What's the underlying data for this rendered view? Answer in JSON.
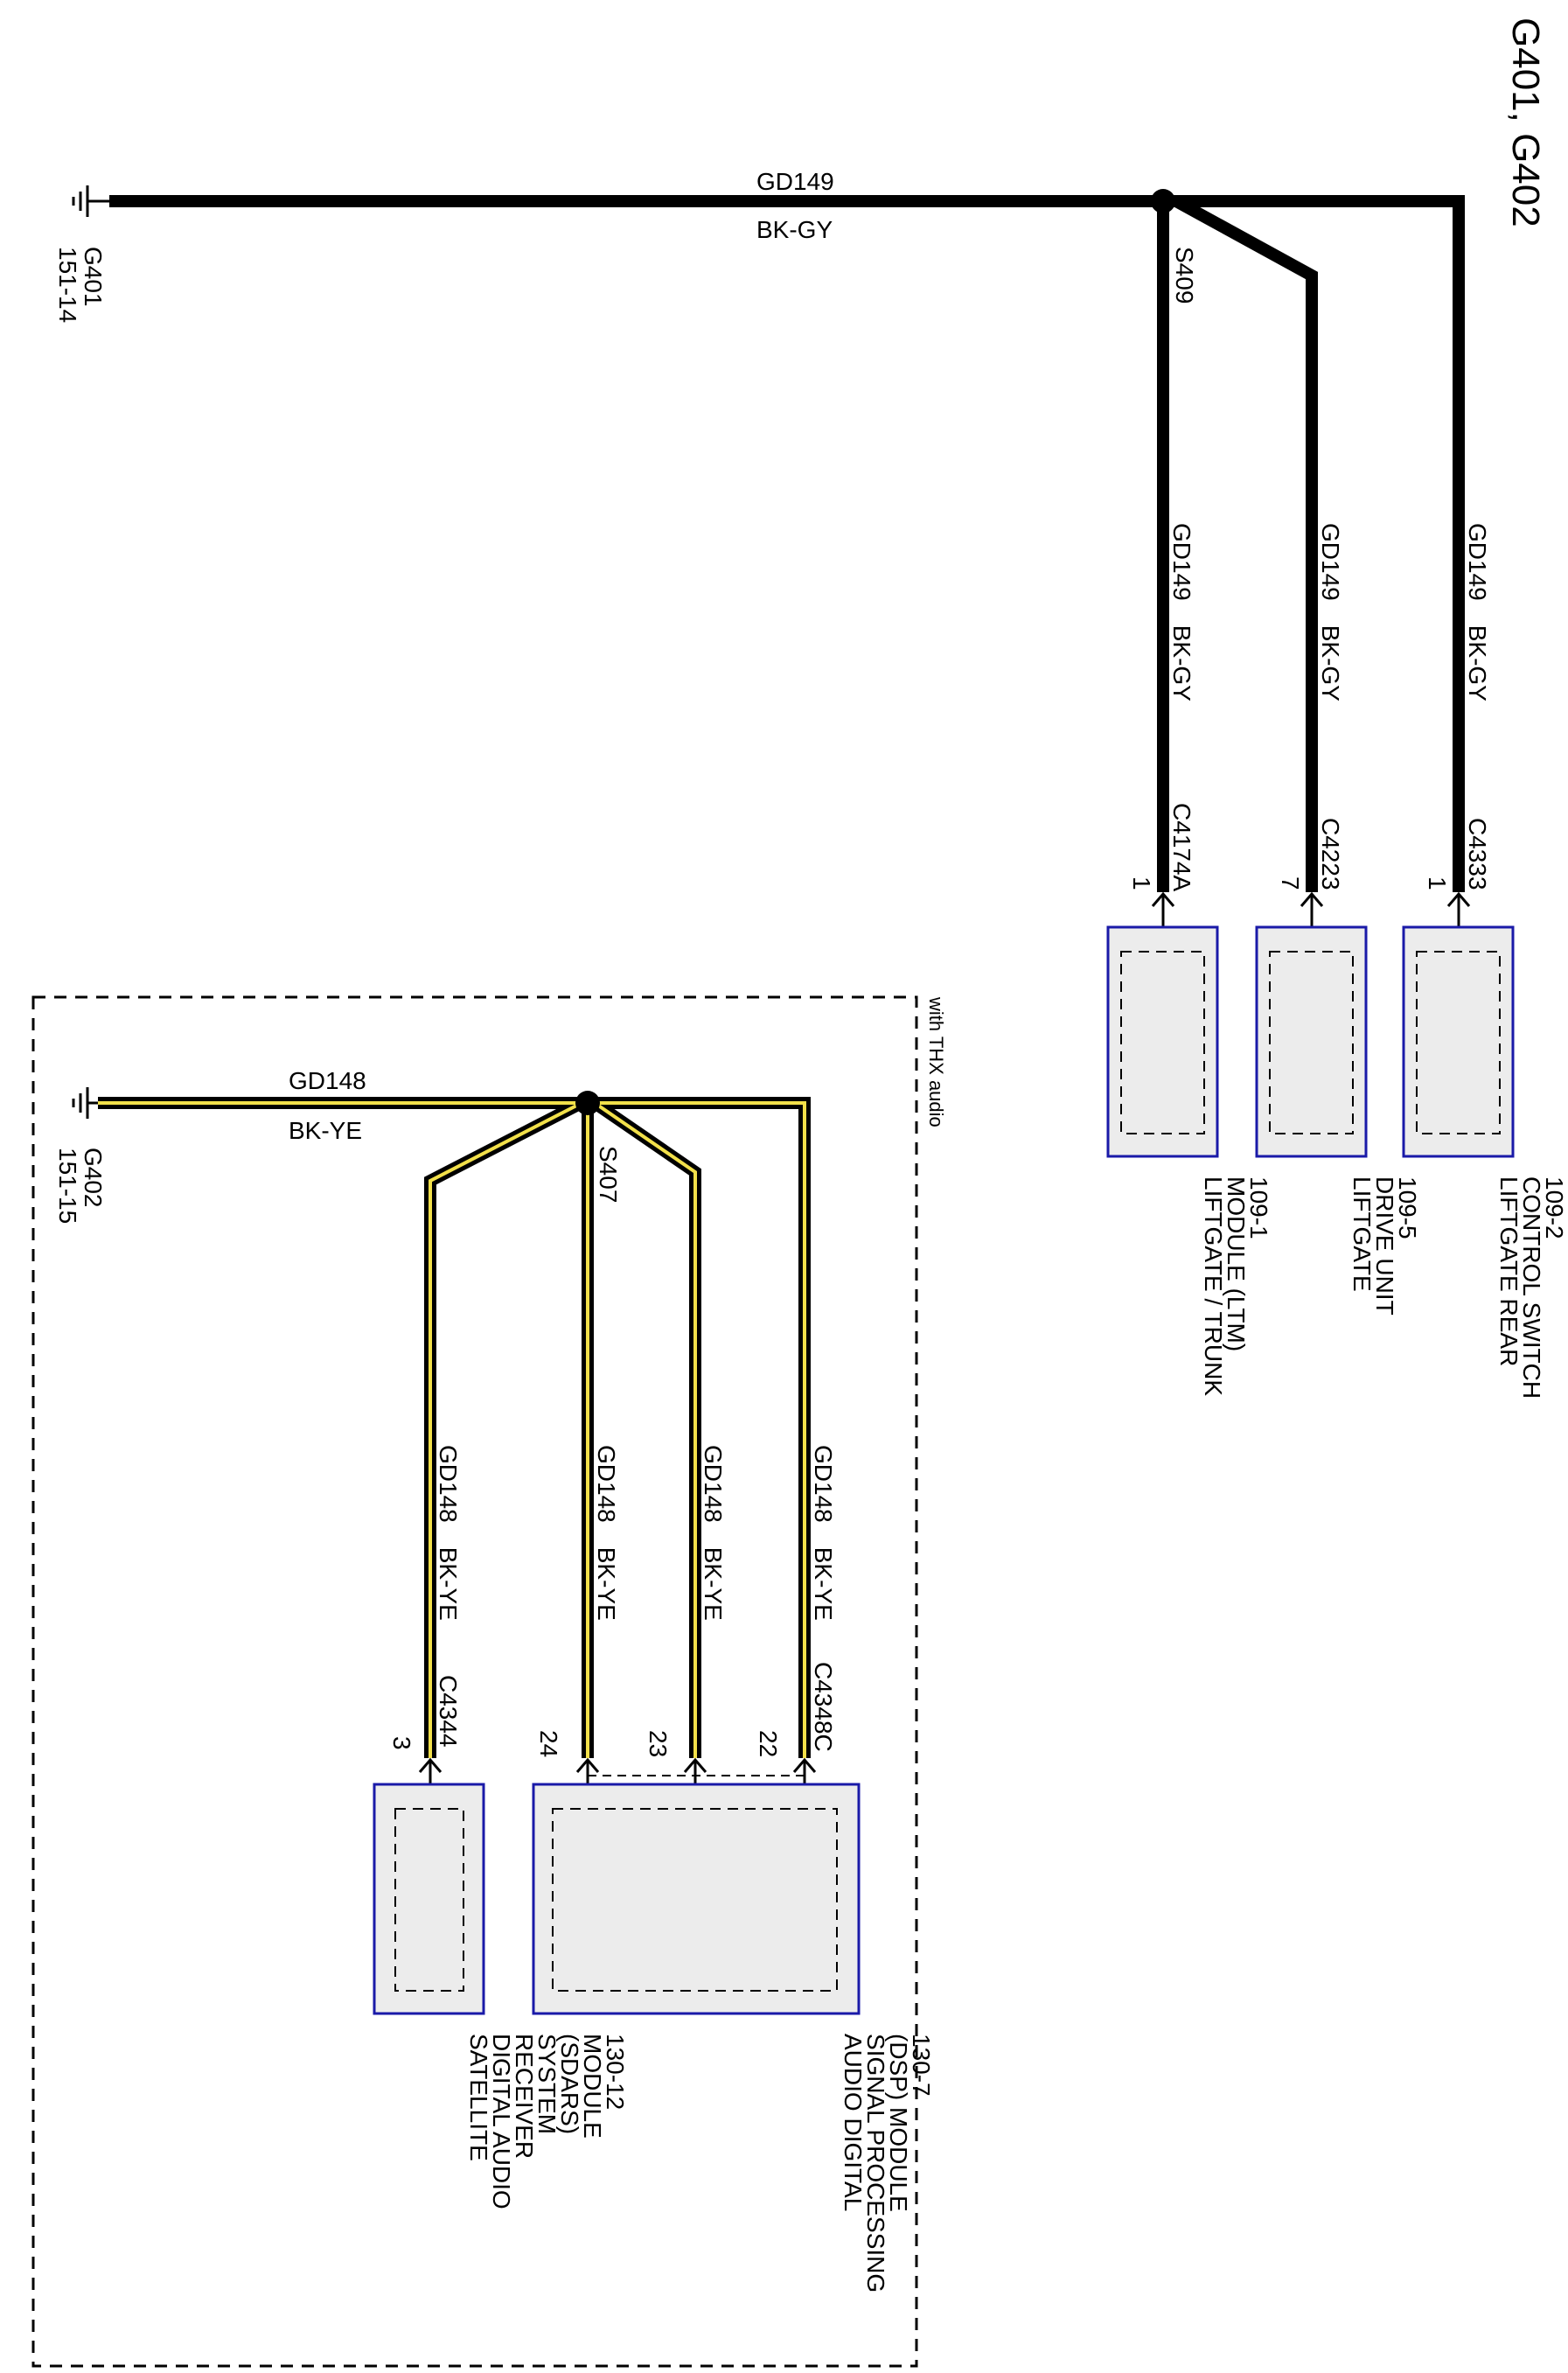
{
  "title": "G401, G402",
  "section_label": "with THX audio",
  "g401": {
    "ground_name": "G401",
    "ground_ref": "151-14",
    "wire_circuit": "GD149",
    "wire_color": "BK-GY",
    "splice": "S409",
    "branches": [
      {
        "circuit": "GD149",
        "color": "BK-GY",
        "connector": "C4174A",
        "pin": "1",
        "module_lines": [
          "LIFTGATE / TRUNK",
          "MODULE (LTM)",
          "109-1"
        ]
      },
      {
        "circuit": "GD149",
        "color": "BK-GY",
        "connector": "C4223",
        "pin": "7",
        "module_lines": [
          "LIFTGATE",
          "DRIVE UNIT",
          "109-5"
        ]
      },
      {
        "circuit": "GD149",
        "color": "BK-GY",
        "connector": "C4333",
        "pin": "1",
        "module_lines": [
          "LIFTGATE REAR",
          "CONTROL SWITCH",
          "109-2"
        ]
      }
    ]
  },
  "g402": {
    "ground_name": "G402",
    "ground_ref": "151-15",
    "wire_circuit": "GD148",
    "wire_color": "BK-YE",
    "splice": "S407",
    "sdars": {
      "circuit": "GD148",
      "color": "BK-YE",
      "connector": "C4344",
      "pin": "3",
      "module_lines": [
        "SATELLITE",
        "DIGITAL AUDIO",
        "RECEIVER",
        "SYSTEM",
        "(SDARS)",
        "MODULE",
        "130-12"
      ]
    },
    "dsp": {
      "connector": "C4348C",
      "module_lines": [
        "AUDIO DIGITAL",
        "SIGNAL PROCESSING",
        "(DSP) MODULE",
        "130-7"
      ],
      "branches": [
        {
          "circuit": "GD148",
          "color": "BK-YE",
          "pin": "24"
        },
        {
          "circuit": "GD148",
          "color": "BK-YE",
          "pin": "23"
        },
        {
          "circuit": "GD148",
          "color": "BK-YE",
          "pin": "22"
        }
      ]
    }
  },
  "colors": {
    "wire_black": "#000000",
    "wire_yellow": "#f2e04a",
    "module_border": "#1a1aa8",
    "module_fill": "#ececec"
  }
}
